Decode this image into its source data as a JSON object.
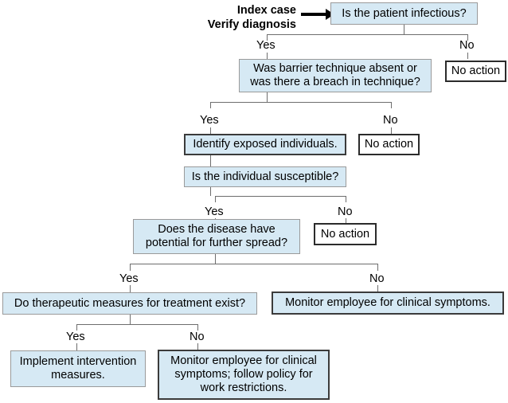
{
  "diagram": {
    "title_line1": "Index case",
    "title_line2": "Verify diagnosis",
    "arrow": "right-arrow-icon",
    "colors": {
      "box_fill": "#d6e9f4",
      "decision_border": "#9a9a9a",
      "action_border": "#3b3b3b",
      "terminal_fill": "#ffffff",
      "terminal_border": "#2b2b2b",
      "connector": "#6d6d6d",
      "text": "#000000",
      "background": "#ffffff"
    },
    "nodes": {
      "n1": "Is the patient infectious?",
      "n2": "Was barrier technique absent or was there a breach in technique?",
      "n3": "Identify exposed individuals.",
      "n4": "Is the individual susceptible?",
      "n5": "Does the disease have potential for further spread?",
      "n6": "Do therapeutic measures for treatment exist?",
      "no_action_1": "No action",
      "no_action_2": "No action",
      "no_action_3": "No action",
      "monitor_right": "Monitor employee for clinical symptoms.",
      "implement": "Implement intervention measures.",
      "monitor_policy": "Monitor employee for clinical symptoms; follow policy for work restrictions."
    },
    "edge_labels": {
      "yes1": "Yes",
      "no1": "No",
      "yes2": "Yes",
      "no2": "No",
      "yes3": "Yes",
      "no3": "No",
      "yes4": "Yes",
      "no4": "No",
      "yes5": "Yes",
      "no5": "No"
    }
  }
}
